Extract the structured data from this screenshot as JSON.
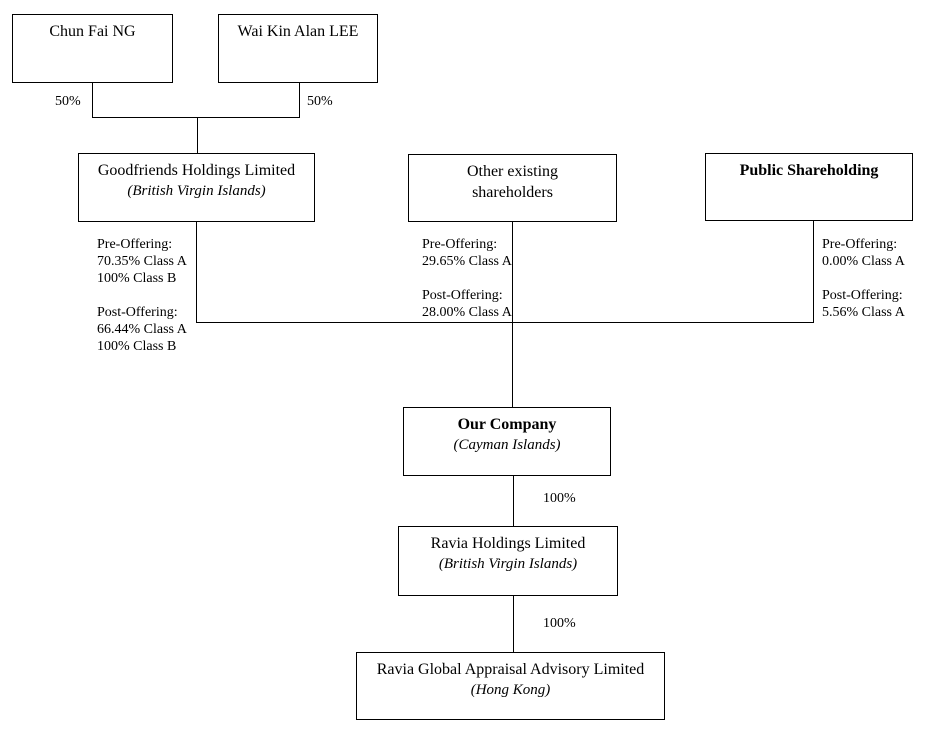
{
  "diagram": {
    "kind": "shareholding-structure-chart",
    "colors": {
      "background": "#ffffff",
      "line": "#000000",
      "box_border": "#000000",
      "text": "#000000"
    },
    "nodes": [
      {
        "id": "chun-fai-ng",
        "title": "Chun Fai NG",
        "subtitle": ""
      },
      {
        "id": "wai-kin-alan-lee",
        "title": "Wai Kin Alan LEE",
        "subtitle": ""
      },
      {
        "id": "goodfriends-holdings",
        "title": "Goodfriends Holdings Limited",
        "subtitle": "(British Virgin Islands)"
      },
      {
        "id": "other-existing-shareholders",
        "title": "Other existing\nshareholders",
        "subtitle": ""
      },
      {
        "id": "public-shareholding",
        "title": "Public Shareholding",
        "subtitle": ""
      },
      {
        "id": "our-company",
        "title": "Our Company",
        "subtitle": "(Cayman Islands)"
      },
      {
        "id": "ravia-holdings",
        "title": "Ravia Holdings Limited",
        "subtitle": "(British Virgin Islands)"
      },
      {
        "id": "ravia-global-appraisal",
        "title": "Ravia Global Appraisal Advisory Limited",
        "subtitle": "(Hong Kong)"
      }
    ],
    "edge_labels": {
      "ng_pct": "50%",
      "lee_pct": "50%",
      "goodfriends_block": "Pre-Offering:\n70.35% Class A\n100% Class B\n\nPost-Offering:\n66.44% Class A\n100% Class B",
      "other_block": "Pre-Offering:\n29.65% Class A\n\nPost-Offering:\n28.00% Class A",
      "public_block": "Pre-Offering:\n0.00% Class A\n\nPost-Offering:\n5.56% Class A",
      "company_to_ravia_pct": "100%",
      "ravia_to_global_pct": "100%"
    }
  }
}
